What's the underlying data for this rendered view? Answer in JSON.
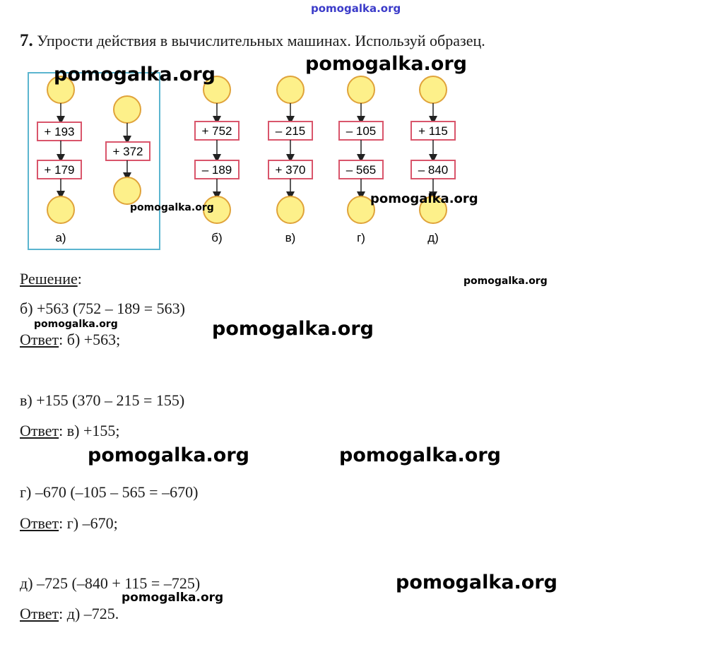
{
  "watermark": {
    "text": "pomogalka.org"
  },
  "task": {
    "number": "7.",
    "text": "Упрости действия в вычислительных машинах. Используй образец."
  },
  "machines": [
    {
      "label": "а)",
      "ops": [
        "+ 193",
        "+ 179"
      ],
      "sample_result": "+ 372"
    },
    {
      "label": "б)",
      "ops": [
        "+ 752",
        "– 189"
      ]
    },
    {
      "label": "в)",
      "ops": [
        "– 215",
        "+ 370"
      ]
    },
    {
      "label": "г)",
      "ops": [
        "– 105",
        "– 565"
      ]
    },
    {
      "label": "д)",
      "ops": [
        "+ 115",
        "– 840"
      ]
    }
  ],
  "solution": {
    "heading": "Решение",
    "heading_colon": ":",
    "answer_word": "Ответ",
    "items": [
      {
        "line": "б) +563 (752 – 189 = 563)",
        "answer": ": б) +563;"
      },
      {
        "line": "в) +155 (370 – 215 = 155)",
        "answer": ": в) +155;"
      },
      {
        "line": "г) –670 (–105 – 565 = –670)",
        "answer": ": г) –670;"
      },
      {
        "line": "д) –725 (–840 + 115 = –725)",
        "answer": ": д) –725."
      }
    ]
  },
  "colors": {
    "circle_fill": "#fdf08a",
    "circle_stroke": "#e0a33a",
    "box_stroke": "#d9556b",
    "sample_frame": "#5bb5cf",
    "arrow": "#222222"
  }
}
